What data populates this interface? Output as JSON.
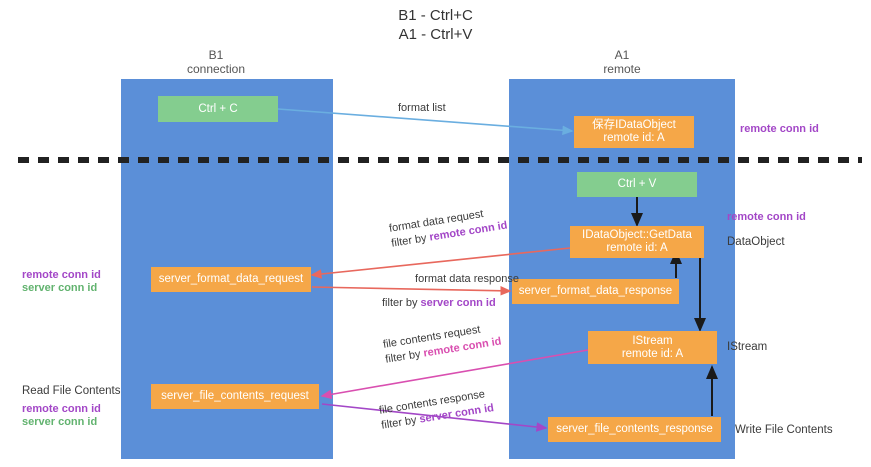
{
  "title": {
    "line1": "B1 - Ctrl+C",
    "line2": "A1 - Ctrl+V"
  },
  "columns": [
    {
      "name": "b1",
      "title": "B1",
      "subtitle": "connection"
    },
    {
      "name": "a1",
      "title": "A1",
      "subtitle": "remote"
    }
  ],
  "colors": {
    "lane": "#5b8fd8",
    "box_orange": "#f5a748",
    "box_green": "#84cd8f",
    "remote_conn_id": "#a347c7",
    "server_conn_id": "#62b36f",
    "divider": "#222222",
    "arrow_format_list": "#6aaee0",
    "arrow_format_request": "#e8685d",
    "arrow_format_response": "#e8685d",
    "arrow_file_request": "#d94fb0",
    "arrow_file_response": "#a347c7",
    "arrow_black": "#1a1a1a"
  },
  "nodes": {
    "ctrl_c": {
      "label": "Ctrl + C",
      "type": "green"
    },
    "ctrl_v": {
      "label": "Ctrl + V",
      "type": "green"
    },
    "idataobject": {
      "line1": "保存IDataObject",
      "line2": "remote id: A",
      "type": "orange"
    },
    "getdata": {
      "line1": "IDataObject::GetData",
      "line2": "remote id: A",
      "type": "orange"
    },
    "istream": {
      "line1": "IStream",
      "line2": "remote id: A",
      "type": "orange"
    },
    "server_format_data_request": {
      "label": "server_format_data_request",
      "type": "orange"
    },
    "server_format_data_response": {
      "label": "server_format_data_response",
      "type": "orange"
    },
    "server_file_contents_request": {
      "label": "server_file_contents_request",
      "type": "orange"
    },
    "server_file_contents_response": {
      "label": "server_file_contents_response",
      "type": "orange"
    }
  },
  "edge_labels": {
    "format_list": "format list",
    "format_data_request": "format data request",
    "format_data_request_filter_prefix": "filter by ",
    "format_data_request_filter_key": "remote conn id",
    "format_data_response": "format data response",
    "format_data_response_filter_prefix": "filter by ",
    "format_data_response_filter_key": "server conn id",
    "file_contents_request": "file contents request",
    "file_contents_request_filter_prefix": "filter by ",
    "file_contents_request_filter_key": "remote conn id",
    "file_contents_response": "file contents response",
    "file_contents_response_filter_prefix": "filter by ",
    "file_contents_response_filter_key": "server conn id"
  },
  "annotations": {
    "right_top_remote_conn_id": "remote conn id",
    "right_mid_remote_conn_id": "remote conn id",
    "right_dataobject": "DataObject",
    "right_istream": "IStream",
    "right_write_file_contents": "Write File Contents",
    "left_remote_conn_id": "remote conn id",
    "left_server_conn_id": "server conn id",
    "left_read_file_contents": "Read File Contents",
    "left_bottom_remote_conn_id": "remote conn id",
    "left_bottom_server_conn_id": "server conn id"
  }
}
